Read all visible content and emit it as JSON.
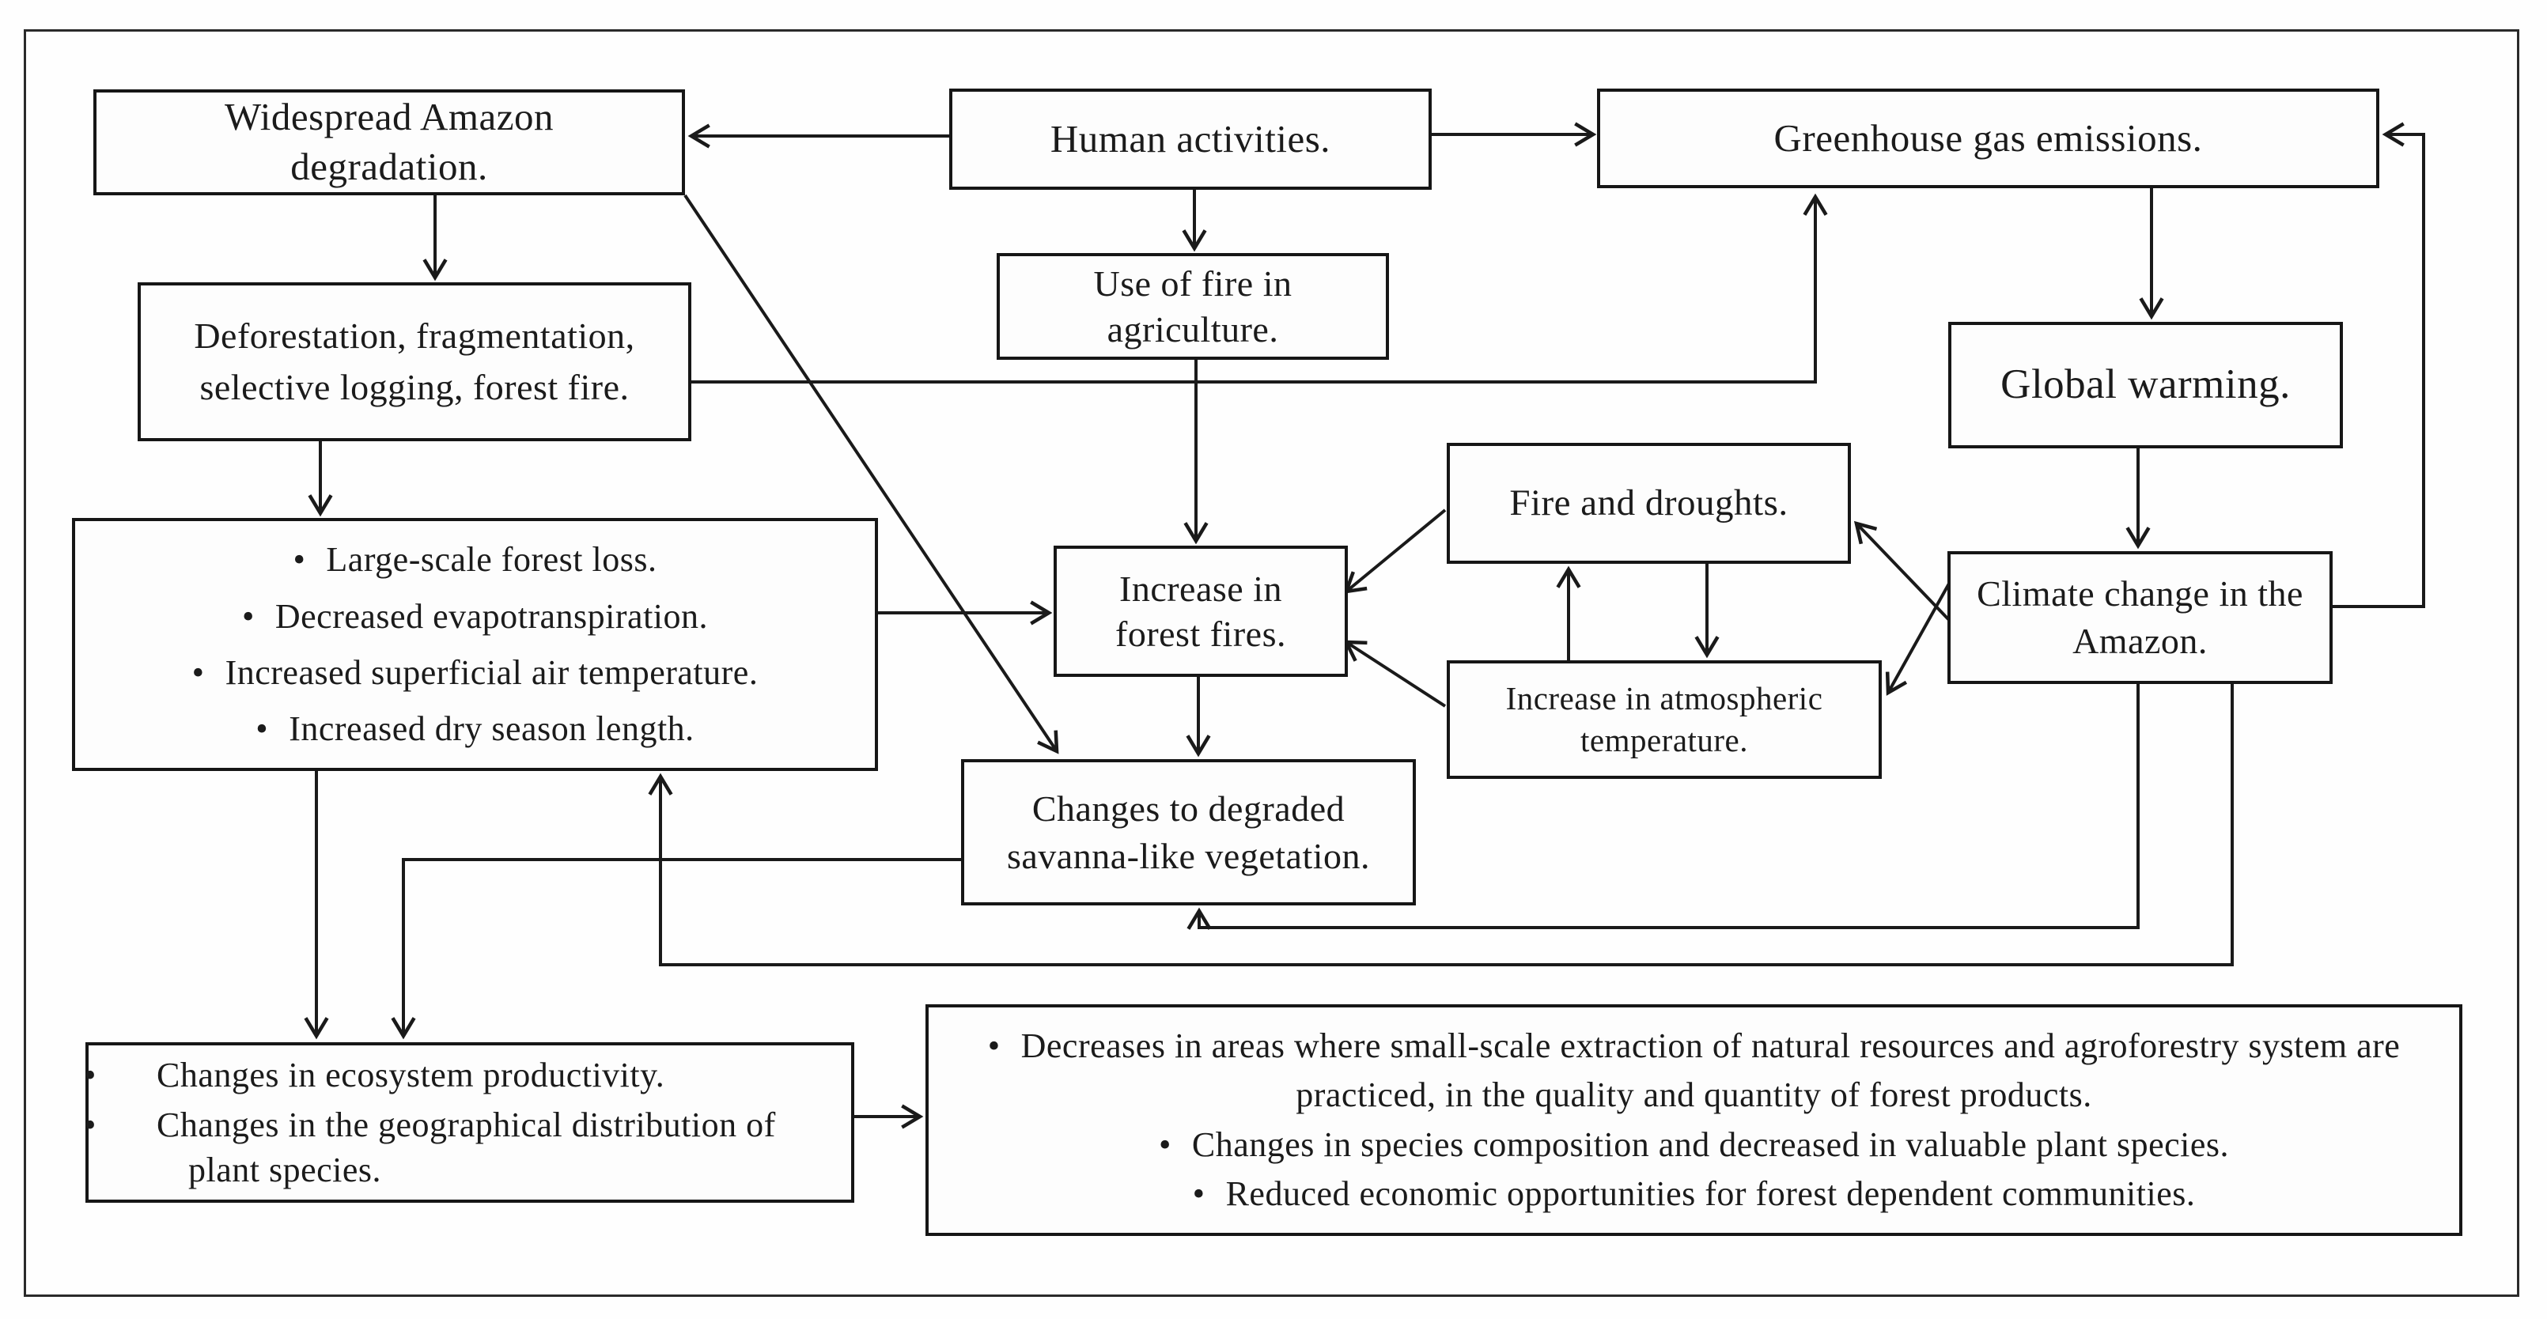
{
  "diagram": {
    "description": "Flow diagram of Amazon degradation, fire and climate-change feedbacks",
    "boxes": {
      "widespread": {
        "label": "Widespread Amazon degradation."
      },
      "human": {
        "label": "Human activities."
      },
      "greenhouse": {
        "label": "Greenhouse gas emissions."
      },
      "fire_agriculture": {
        "label": "Use of fire in agriculture."
      },
      "global_warming": {
        "label": "Global warming."
      },
      "deforestation": {
        "label": "Deforestation, fragmentation, selective logging, forest fire."
      },
      "impacts": {
        "bullets": [
          "Large-scale forest loss.",
          "Decreased evapotranspiration.",
          "Increased superficial air temperature.",
          "Increased dry season length."
        ]
      },
      "forest_fires": {
        "label": "Increase in forest fires."
      },
      "fire_droughts": {
        "label": "Fire and droughts."
      },
      "atmospheric_temp": {
        "label": "Increase in atmospheric temperature."
      },
      "climate_change": {
        "label": "Climate change in the Amazon."
      },
      "savanna": {
        "label": "Changes to degraded savanna-like vegetation."
      },
      "ecosystem": {
        "bullets": [
          "Changes in ecosystem productivity.",
          "Changes in the geographical distribution of plant species."
        ]
      },
      "socioeconomic": {
        "bullets": [
          "Decreases in areas where small-scale extraction of natural resources and agroforestry system are practiced, in the quality and quantity of forest products.",
          "Changes in species composition and decreased in valuable plant species.",
          "Reduced economic opportunities for forest dependent communities."
        ]
      }
    },
    "edges": [
      {
        "from": "human",
        "to": "widespread"
      },
      {
        "from": "human",
        "to": "greenhouse"
      },
      {
        "from": "human",
        "to": "fire_agriculture"
      },
      {
        "from": "fire_agriculture",
        "to": "forest_fires"
      },
      {
        "from": "widespread",
        "to": "deforestation"
      },
      {
        "from": "widespread",
        "to": "savanna"
      },
      {
        "from": "deforestation",
        "to": "impacts"
      },
      {
        "from": "deforestation",
        "to": "greenhouse"
      },
      {
        "from": "impacts",
        "to": "forest_fires"
      },
      {
        "from": "impacts",
        "to": "ecosystem"
      },
      {
        "from": "fire_droughts",
        "to": "forest_fires"
      },
      {
        "from": "fire_droughts",
        "to": "atmospheric_temp"
      },
      {
        "from": "atmospheric_temp",
        "to": "fire_droughts"
      },
      {
        "from": "atmospheric_temp",
        "to": "forest_fires"
      },
      {
        "from": "climate_change",
        "to": "fire_droughts"
      },
      {
        "from": "climate_change",
        "to": "atmospheric_temp"
      },
      {
        "from": "climate_change",
        "to": "greenhouse"
      },
      {
        "from": "climate_change",
        "to": "savanna"
      },
      {
        "from": "climate_change",
        "to": "impacts"
      },
      {
        "from": "greenhouse",
        "to": "global_warming"
      },
      {
        "from": "global_warming",
        "to": "climate_change"
      },
      {
        "from": "forest_fires",
        "to": "savanna"
      },
      {
        "from": "savanna",
        "to": "ecosystem"
      },
      {
        "from": "ecosystem",
        "to": "socioeconomic"
      }
    ],
    "colors": {
      "line": "#1a1a1a",
      "box_border": "#161616",
      "background": "#fefefe"
    }
  }
}
